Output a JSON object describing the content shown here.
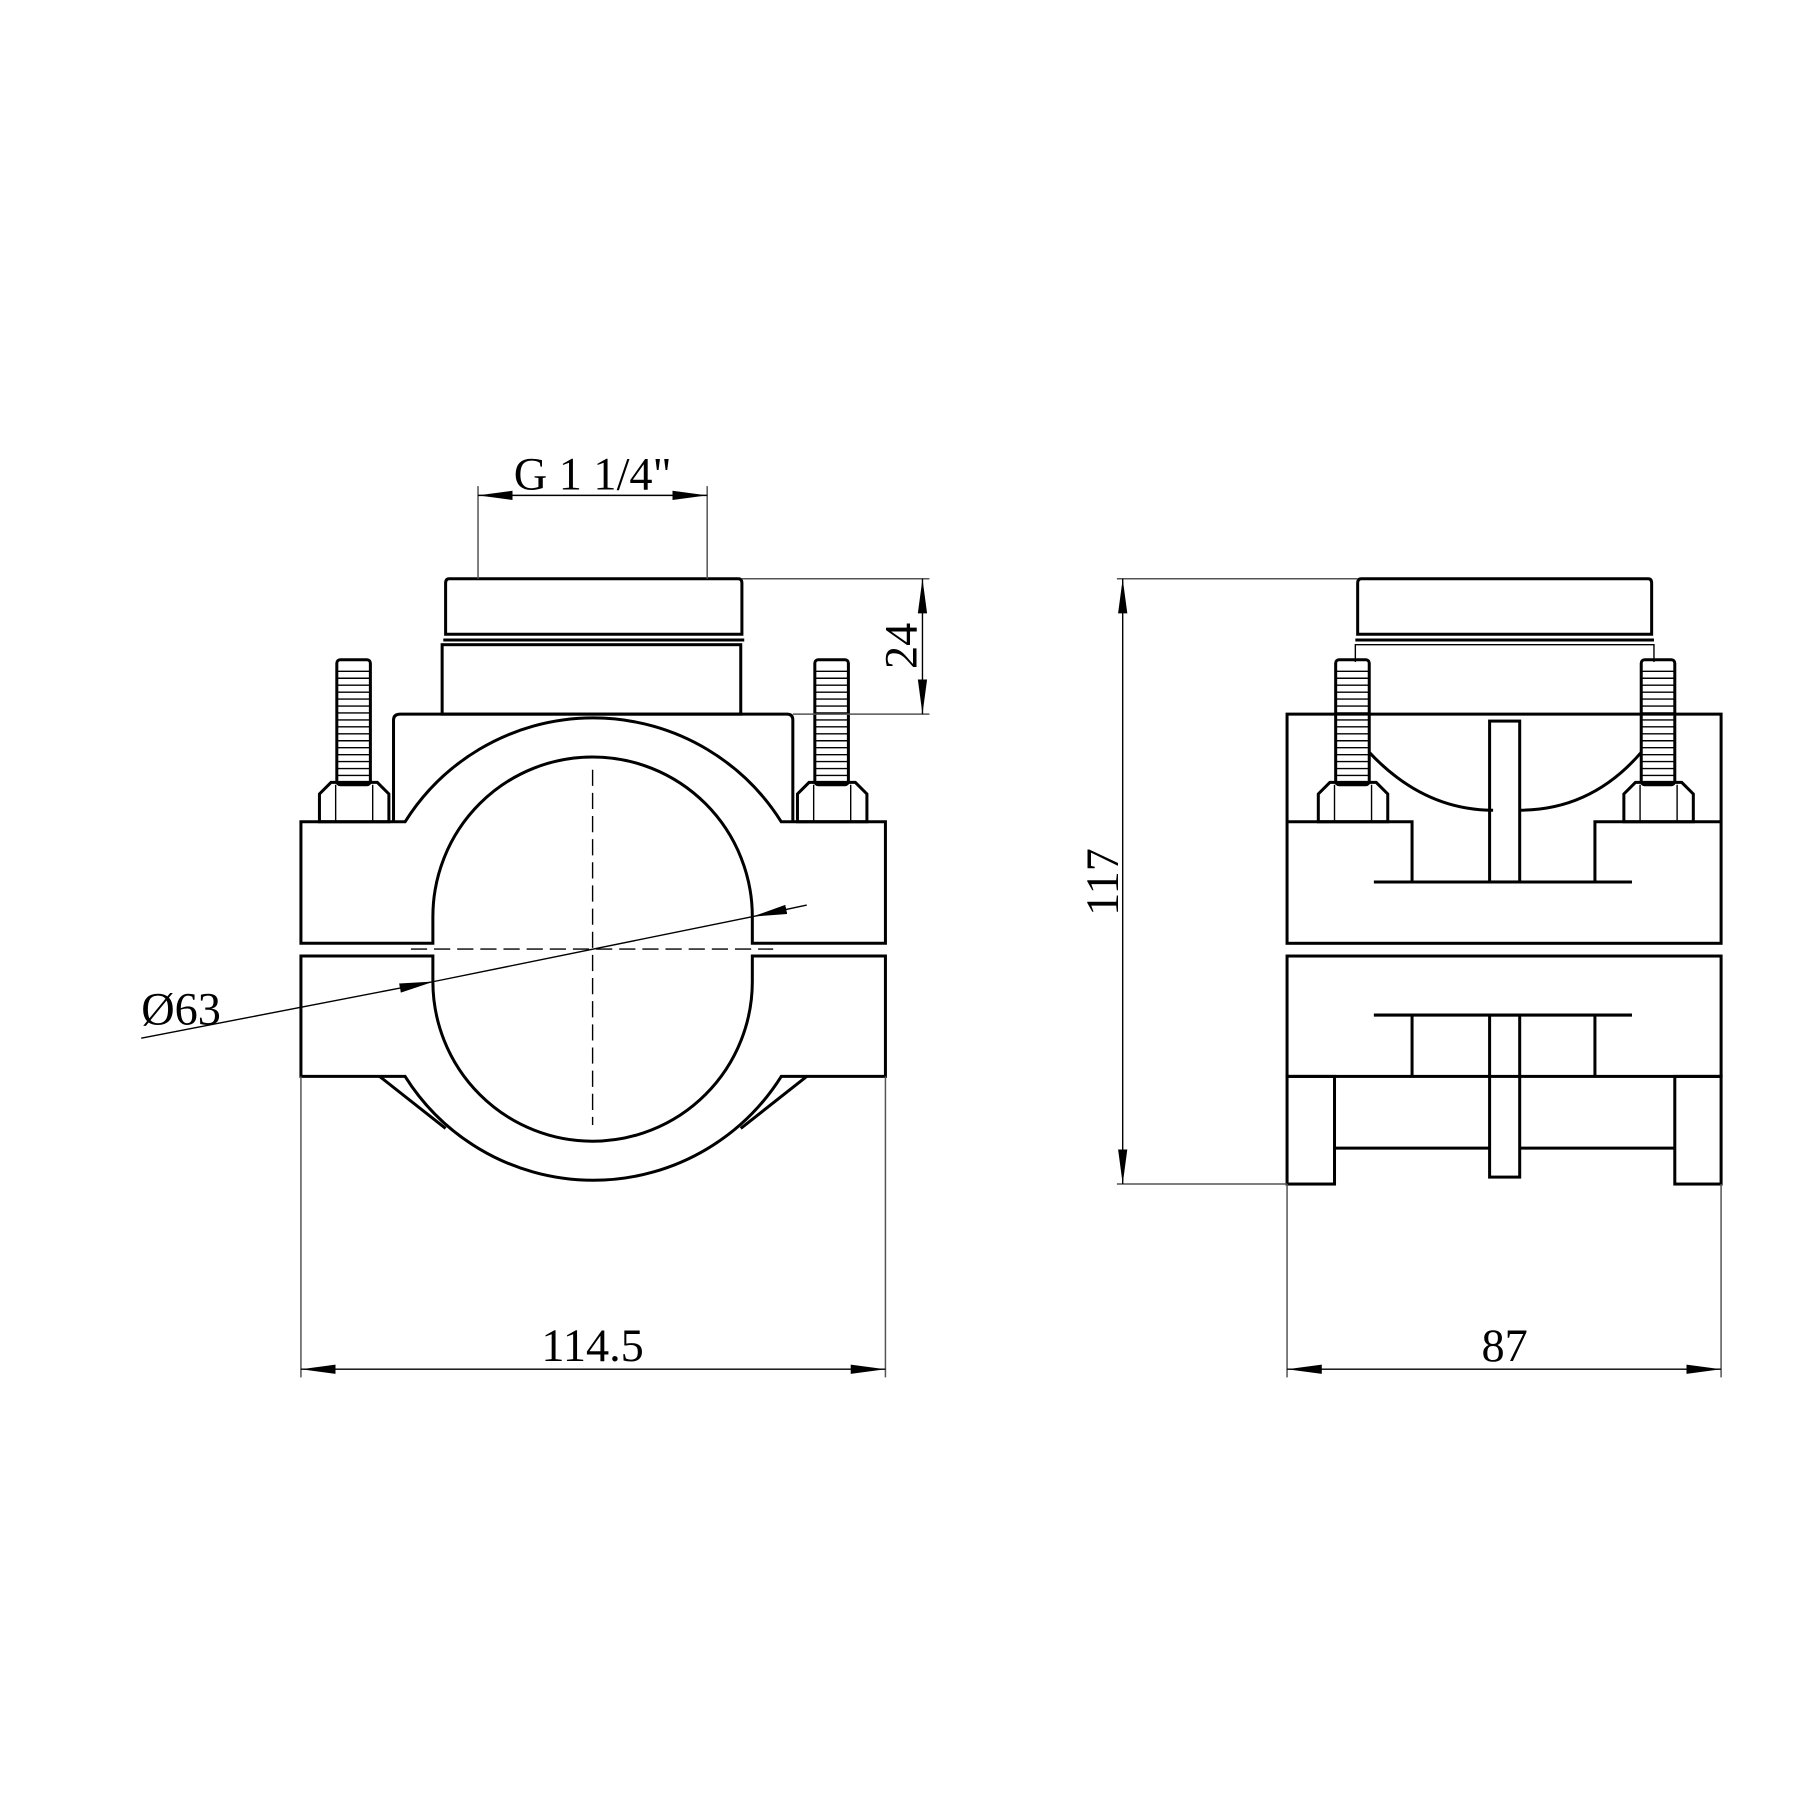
{
  "drawing": {
    "title": "Pipe saddle clamp technical drawing",
    "front_view": {
      "thread_dimension": "G 1 1/4\"",
      "outlet_height": "24",
      "pipe_diameter": "Ø63",
      "overall_width": "114.5"
    },
    "side_view": {
      "overall_height": "117",
      "overall_depth": "87"
    },
    "colors": {
      "line": "#000000",
      "background": "#ffffff"
    }
  }
}
